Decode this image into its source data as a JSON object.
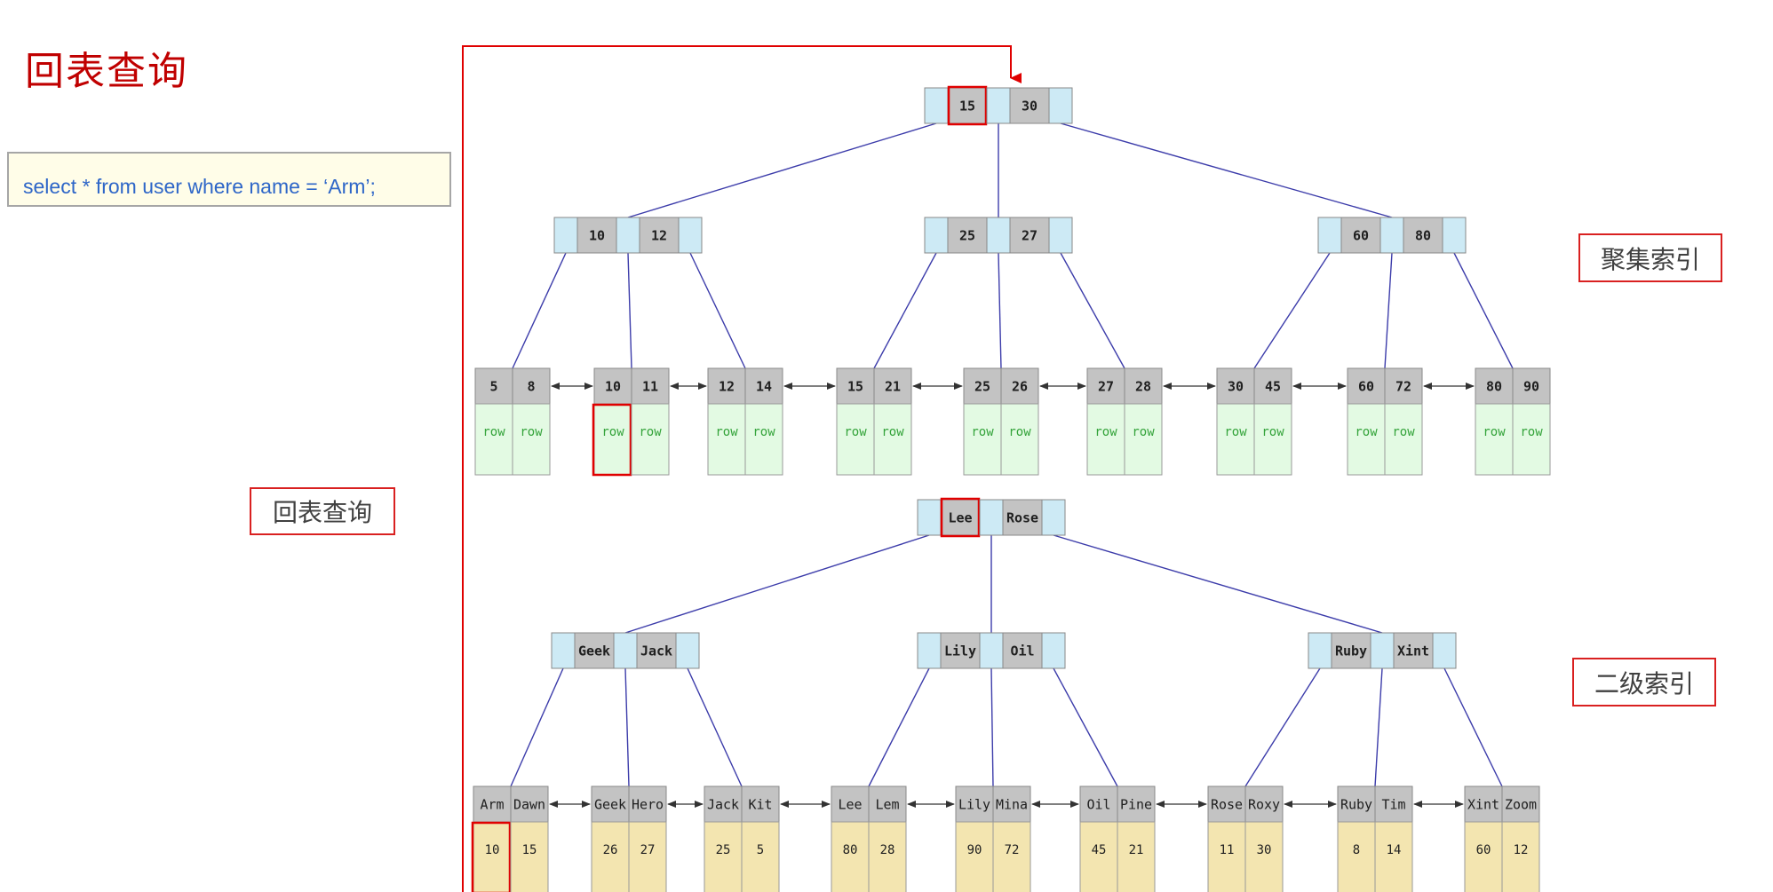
{
  "page_title": "回表查询",
  "sql": "select * from user where name = ‘Arm’;",
  "labels": {
    "clustered": "聚集索引",
    "secondary": "二级索引",
    "lookup": "回表查询"
  },
  "colors": {
    "title": "#c00000",
    "highlight": "#e00000",
    "edge": "#3c3caa",
    "key_fill": "#c3c3c3",
    "pointer_fill": "#cdeaf5",
    "row_fill": "#e3fae3",
    "row_text": "#33a33a",
    "value_fill": "#f3e5b0"
  },
  "row_label": "row",
  "clustered_index": {
    "root": [
      "15",
      "30"
    ],
    "internal": [
      [
        "10",
        "12"
      ],
      [
        "25",
        "27"
      ],
      [
        "60",
        "80"
      ]
    ],
    "leaves": [
      [
        "5",
        "8"
      ],
      [
        "10",
        "11"
      ],
      [
        "12",
        "14"
      ],
      [
        "15",
        "21"
      ],
      [
        "25",
        "26"
      ],
      [
        "27",
        "28"
      ],
      [
        "30",
        "45"
      ],
      [
        "60",
        "72"
      ],
      [
        "80",
        "90"
      ]
    ]
  },
  "secondary_index": {
    "root": [
      "Lee",
      "Rose"
    ],
    "internal": [
      [
        "Geek",
        "Jack"
      ],
      [
        "Lily",
        "Oil"
      ],
      [
        "Ruby",
        "Xint"
      ]
    ],
    "leaves": [
      {
        "keys": [
          "Arm",
          "Dawn"
        ],
        "values": [
          "10",
          "15"
        ]
      },
      {
        "keys": [
          "Geek",
          "Hero"
        ],
        "values": [
          "26",
          "27"
        ]
      },
      {
        "keys": [
          "Jack",
          "Kit"
        ],
        "values": [
          "25",
          "5"
        ]
      },
      {
        "keys": [
          "Lee",
          "Lem"
        ],
        "values": [
          "80",
          "28"
        ]
      },
      {
        "keys": [
          "Lily",
          "Mina"
        ],
        "values": [
          "90",
          "72"
        ]
      },
      {
        "keys": [
          "Oil",
          "Pine"
        ],
        "values": [
          "45",
          "21"
        ]
      },
      {
        "keys": [
          "Rose",
          "Roxy"
        ],
        "values": [
          "11",
          "30"
        ]
      },
      {
        "keys": [
          "Ruby",
          "Tim"
        ],
        "values": [
          "8",
          "14"
        ]
      },
      {
        "keys": [
          "Xint",
          "Zoom"
        ],
        "values": [
          "60",
          "12"
        ]
      }
    ]
  }
}
